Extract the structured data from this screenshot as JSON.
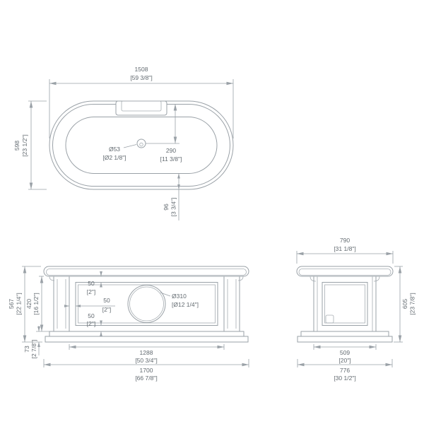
{
  "document": {
    "type": "bathtub-technical-drawing",
    "background": "#ffffff",
    "line_color": "#9aa1a7",
    "text_color": "#626a70"
  },
  "plan": {
    "length_mm": "1508",
    "length_in": "[59 3/8\"]",
    "width_mm": "598",
    "width_in": "[23 1/2\"]",
    "drain_dia_mm": "Ø53",
    "drain_dia_in": "[Ø2 1/8\"]",
    "drain_offset_mm": "290",
    "drain_offset_in": "[11 3/8\"]",
    "rim_width_mm": "96",
    "rim_width_in": "[3 3/4\"]"
  },
  "front": {
    "overall_height_mm": "567",
    "overall_height_in": "[22 1/4\"]",
    "panel_height_mm": "420",
    "panel_height_in": "[16 1/2\"]",
    "plinth_height_mm": "73",
    "plinth_height_in": "[2 7/8\"]",
    "margin_top_mm": "50",
    "margin_top_in": "[2\"]",
    "margin_mid_mm": "50",
    "margin_mid_in": "[2\"]",
    "margin_bottom_mm": "50",
    "margin_bottom_in": "[2\"]",
    "medallion_dia_mm": "Ø310",
    "medallion_dia_in": "[Ø12 1/4\"]",
    "panel_width_mm": "1288",
    "panel_width_in": "[50 3/4\"]",
    "overall_length_mm": "1700",
    "overall_length_in": "[66 7/8\"]"
  },
  "side": {
    "rim_width_mm": "790",
    "rim_width_in": "[31 1/8\"]",
    "overall_height_mm": "605",
    "overall_height_in": "[23 7/8\"]",
    "panel_width_mm": "509",
    "panel_width_in": "[20\"]",
    "overall_width_mm": "776",
    "overall_width_in": "[30 1/2\"]"
  }
}
